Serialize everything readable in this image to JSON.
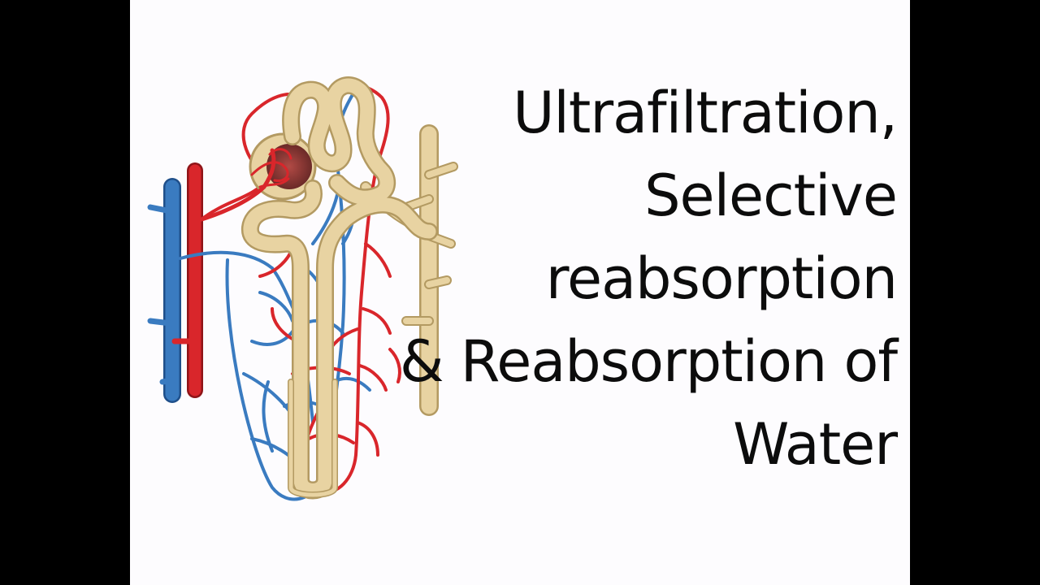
{
  "slide": {
    "title_lines": [
      "Ultrafiltration,",
      "Selective",
      "reabsorption",
      "& Reabsorption of",
      "Water"
    ]
  },
  "colors": {
    "letterbox": "#000000",
    "background": "#fdfcfe",
    "text": "#0c0c0c",
    "artery": "#d9262b",
    "vein": "#3a7bc0",
    "tubule": "#e8d3a2",
    "tubule_outline": "#b39a62"
  },
  "icons": {
    "figure": "nephron-illustration"
  }
}
